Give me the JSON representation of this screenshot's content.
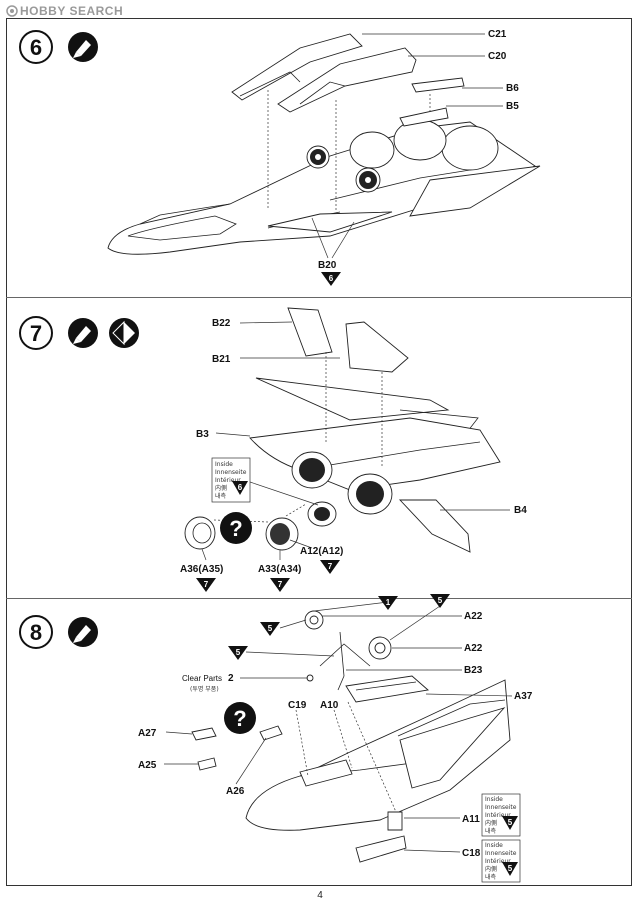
{
  "watermark": {
    "text": "HOBBY SEARCH",
    "icon": "hobbysearch-logo-icon",
    "color": "#9a9a9a"
  },
  "page_number": "4",
  "steps": [
    {
      "number": "6",
      "icons": [
        "glue-icon"
      ],
      "parts": [
        "C21",
        "C20",
        "B6",
        "B5",
        "B20"
      ],
      "paint_refs": [
        "6"
      ]
    },
    {
      "number": "7",
      "icons": [
        "glue-icon",
        "direction-icon"
      ],
      "parts": [
        "B22",
        "B21",
        "B3",
        "B4",
        "A12(A12)",
        "A36(A35)",
        "A33(A34)"
      ],
      "paint_refs": [
        "7",
        "7",
        "7"
      ],
      "inside_note": {
        "lines": [
          "Inside",
          "Innenseite",
          "Intérieur",
          "内側",
          "내측"
        ],
        "ref": "6"
      },
      "question_icon": "question-icon"
    },
    {
      "number": "8",
      "icons": [
        "glue-icon"
      ],
      "parts": [
        "A22",
        "A22",
        "B23",
        "A37",
        "C19",
        "A10",
        "A27",
        "A25",
        "A26",
        "A11",
        "C18"
      ],
      "clear_parts": {
        "label": "Clear Parts",
        "count": "2",
        "sub": "(투명 부품)"
      },
      "paint_refs": [
        "1",
        "5",
        "5",
        "5",
        "5"
      ],
      "inside_notes": [
        {
          "lines": [
            "Inside",
            "Innenseite",
            "Intérieur",
            "内側",
            "내측"
          ],
          "ref": "5"
        },
        {
          "lines": [
            "Inside",
            "Innenseite",
            "Intérieur",
            "内側",
            "내측"
          ],
          "ref": "5"
        }
      ],
      "question_icon": "question-icon"
    }
  ]
}
